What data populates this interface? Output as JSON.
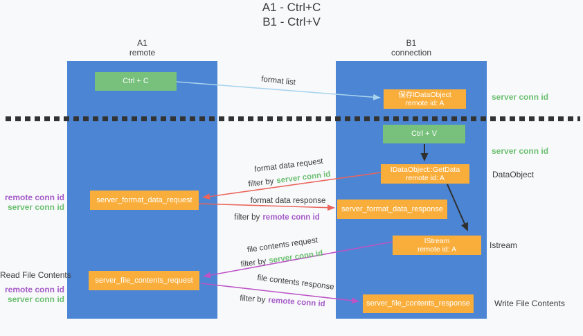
{
  "title": {
    "line1": "A1 - Ctrl+C",
    "line2": "B1 - Ctrl+V"
  },
  "lanes": {
    "left": {
      "name": "A1",
      "role": "remote"
    },
    "right": {
      "name": "B1",
      "role": "connection"
    }
  },
  "nodes": {
    "ctrl_c": "Ctrl + C",
    "save_idataobject_line1": "保存IDataObject",
    "save_idataobject_line2": "remote id: A",
    "ctrl_v": "Ctrl + V",
    "getdata_line1": "IDataObject::GetData",
    "getdata_line2": "remote id: A",
    "format_request": "server_format_data_request",
    "format_response": "server_format_data_response",
    "istream_line1": "IStream",
    "istream_line2": "remote id: A",
    "file_request": "server_file_contents_request",
    "file_response": "server_file_contents_response"
  },
  "flow_labels": {
    "format_list": "format list",
    "format_data_request": "format data request",
    "format_data_response": "format data response",
    "file_contents_request": "file contents request",
    "file_contents_response": "file contents response",
    "filter_by": "filter by",
    "server_conn_id": "server conn id",
    "remote_conn_id": "remote conn id"
  },
  "side_labels": {
    "server_conn_id": "server conn id",
    "remote_conn_id": "remote conn id",
    "dataobject": "DataObject",
    "istream": "Istream",
    "read_file_contents": "Read File Contents",
    "write_file_contents": "Write File Contents"
  },
  "colors": {
    "lane_blue": "#4b85d3",
    "node_green": "#77c17d",
    "node_orange": "#f9ae3c",
    "arrow_blue": "#a9d3ee",
    "arrow_red": "#ea655d",
    "arrow_magenta": "#bd54c6",
    "arrow_black": "#2f2f2f",
    "label_green": "#6cbf72",
    "label_purple": "#a45bc8",
    "text_dark": "#3b3b3b"
  }
}
